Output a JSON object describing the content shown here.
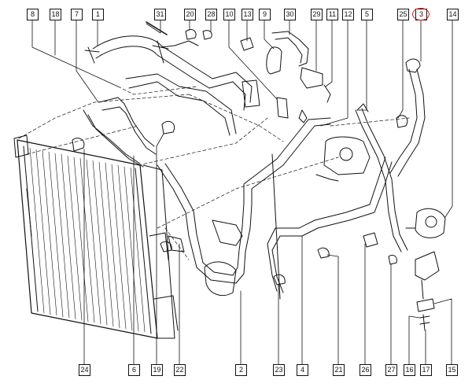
{
  "diagram": {
    "callouts_top": [
      "8",
      "18",
      "7",
      "1",
      "31",
      "20",
      "28",
      "10",
      "13",
      "9",
      "30",
      "29",
      "11",
      "12",
      "5",
      "25",
      "3",
      "14"
    ],
    "callouts_bottom": [
      "24",
      "6",
      "19",
      "22",
      "2",
      "23",
      "4",
      "21",
      "26",
      "27",
      "16",
      "17",
      "15"
    ],
    "highlighted_part": "3",
    "highlight_color": "#d21f1f",
    "line_color": "#111111"
  }
}
